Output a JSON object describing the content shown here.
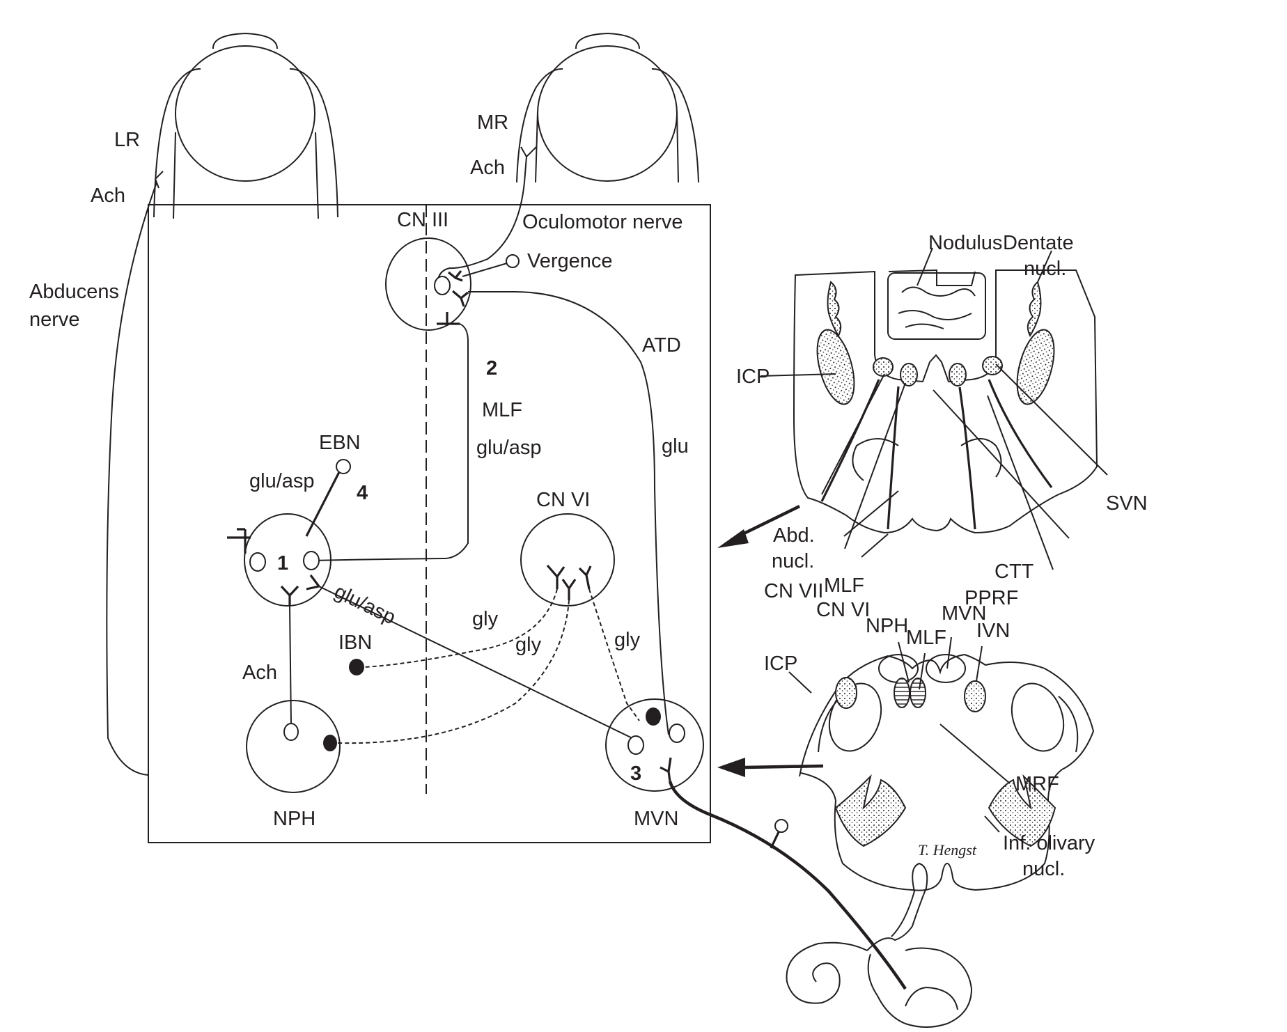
{
  "figure": {
    "eyes": {
      "left": {
        "muscle": "LR",
        "transmitter": "Ach"
      },
      "right": {
        "muscle": "MR",
        "transmitter": "Ach"
      }
    },
    "nerves": {
      "abducens": "Abducens\nnerve",
      "abducens_line1": "Abducens",
      "abducens_line2": "nerve",
      "oculomotor": "Oculomotor nerve"
    },
    "nuclei": {
      "cn3": "CN III",
      "cn6": "CN VI",
      "ebn": "EBN",
      "ibn": "IBN",
      "nph": "NPH",
      "mvn": "MVN",
      "vergence": "Vergence"
    },
    "numbers": {
      "n1": "1",
      "n2": "2",
      "n3": "3",
      "n4": "4"
    },
    "pathways": {
      "mlf": "MLF",
      "mlf_tx": "glu/asp",
      "atd": "ATD",
      "atd_tx": "glu",
      "ebn_tx": "glu/asp",
      "n1_to_mvn_tx": "glu/asp",
      "nph_tx": "Ach",
      "gly1": "gly",
      "gly2": "gly",
      "gly3": "gly"
    },
    "pons_section": {
      "labels": {
        "nodulus": "Nodulus",
        "dentate1": "Dentate",
        "dentate2": "nucl.",
        "icp": "ICP",
        "svn": "SVN",
        "abd1": "Abd.",
        "abd2": "nucl.",
        "cn7": "CN VII",
        "mlf": "MLF",
        "cn6": "CN VI",
        "pprf": "PPRF",
        "ctt": "CTT"
      }
    },
    "medulla_section": {
      "labels": {
        "nph": "NPH",
        "mlf": "MLF",
        "mvn": "MVN",
        "ivn": "IVN",
        "icp": "ICP",
        "mrf": "MRF",
        "olive1": "Inf. olivary",
        "olive2": "nucl."
      },
      "signature": "T. Hengst"
    }
  }
}
